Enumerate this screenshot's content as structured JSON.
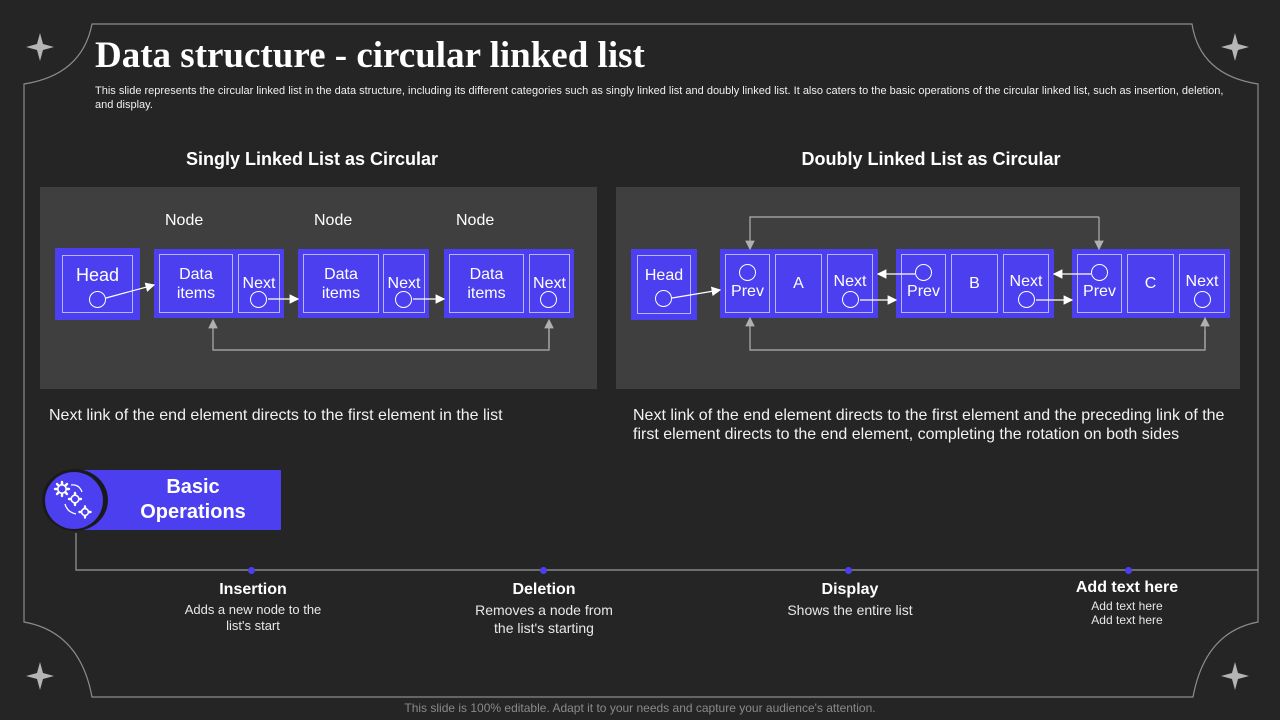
{
  "slide": {
    "title": "Data structure - circular linked list",
    "subtitle": "This slide represents the circular linked list in the data structure, including its different categories such as singly linked list and doubly linked list. It also caters to the basic operations of the circular linked list, such as insertion, deletion, and display.",
    "footer": "This slide is 100% editable. Adapt it to your needs and capture your audience's attention."
  },
  "singly": {
    "heading": "Singly Linked List as Circular",
    "head_label": "Head",
    "node_label": "Node",
    "data_label": "Data items",
    "next_label": "Next",
    "description": "Next link of the end element directs to the first element in the list"
  },
  "doubly": {
    "heading": "Doubly Linked List as Circular",
    "head_label": "Head",
    "prev_label": "Prev",
    "next_label": "Next",
    "nodes": [
      "A",
      "B",
      "C"
    ],
    "description": "Next link of the end element directs to the first element and the preceding link of the first element directs to the end element, completing the rotation on both sides"
  },
  "operations": {
    "heading": "Basic Operations",
    "items": [
      {
        "title": "Insertion",
        "text": "Adds a new node to the list's start"
      },
      {
        "title": "Deletion",
        "text": "Removes a node from the list's starting"
      },
      {
        "title": "Display",
        "text": "Shows the entire list"
      },
      {
        "title": "Add text here",
        "line1": "Add text here",
        "line2": "Add text here"
      }
    ]
  },
  "colors": {
    "background": "#252525",
    "panel": "#3f3f3f",
    "accent": "#4b3ff0",
    "frame": "#8c8c8c"
  }
}
